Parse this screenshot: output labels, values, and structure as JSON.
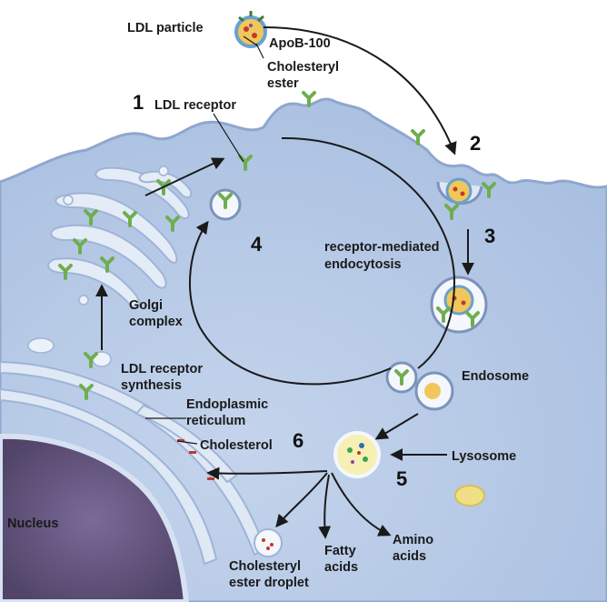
{
  "labels": {
    "ldl_particle": "LDL particle",
    "apob": "ApoB-100",
    "cholesteryl_ester_1": "Cholesteryl",
    "cholesteryl_ester_2": "ester",
    "ldl_receptor": "LDL receptor",
    "rme_1": "receptor-mediated",
    "rme_2": "endocytosis",
    "golgi_1": "Golgi",
    "golgi_2": "complex",
    "synth_1": "LDL receptor",
    "synth_2": "synthesis",
    "er_1": "Endoplasmic",
    "er_2": "reticulum",
    "cholesterol": "Cholesterol",
    "endosome": "Endosome",
    "lysosome": "Lysosome",
    "nucleus": "Nucleus",
    "droplet_1": "Cholesteryl",
    "droplet_2": "ester droplet",
    "fatty_1": "Fatty",
    "fatty_2": "acids",
    "amino_1": "Amino",
    "amino_2": "acids"
  },
  "steps": {
    "s1": "1",
    "s2": "2",
    "s3": "3",
    "s4": "4",
    "s5": "5",
    "s6": "6"
  },
  "colors": {
    "cytoplasm": "#b5c8e4",
    "membrane": "#8ea7cf",
    "nucleus": "#6a5a88",
    "receptor": "#7cb85a",
    "lysosome": "#f0df86",
    "arrow": "#1a1a1a"
  }
}
